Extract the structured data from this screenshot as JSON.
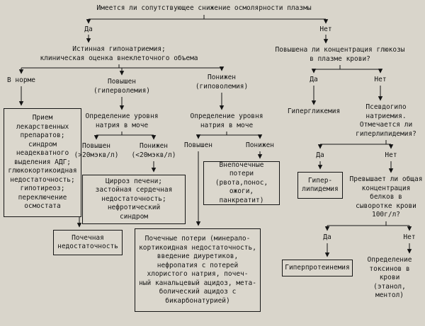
{
  "colors": {
    "background": "#d9d5cb",
    "line": "#151515"
  },
  "labels": {
    "yes": "Да",
    "no": "Нет"
  },
  "root": {
    "question": "Имеется ли сопутствующее снижение осмолярности плазмы"
  },
  "hypo": {
    "assessment": "Истинная гипонатриемия;\nклиническая оценка внеклеточного объема",
    "normal": "В норме",
    "increased": "Повышен\n(гиперволемия)",
    "decreased": "Понижен\n(гиповолемия)",
    "normal_box": "Прием\nлекарственных\nпрепаратов;\nсиндром\nнеадекватного\nвыделения АДГ;\nглюкокортикоидная\nнедостаточность;\nгипотиреоз;\nпереключение\nосмостата",
    "urine_sodium": "Определение уровня\nнатрия в моче",
    "hyper_increased": "Повышен\n(>20мэкв/л)",
    "hyper_decreased": "Понижен\n(<20мэкв/л)",
    "renal_failure_box": "Почечная\nнедостаточность",
    "cirrhosis_box": "Цирроз печени;\nзастойная сердечная\nнедостаточность;\nнефротический\nсиндром",
    "hypo_increased": "Повышен",
    "hypo_decreased": "Понижен",
    "extrarenal_box": "Внепочечные\nпотери\n(рвота,понос,\nожоги, панкреатит)",
    "renal_loss_box": "Почечные потери (минерало-\nкортикоидная недостаточность,\nвведение диуретиков,\nнефропатия с потерей\nхлористого натрия, почеч-\nный канальцевый ацидоз, мета-\nболический ацидоз с\nбикарбонатурией)"
  },
  "glucose": {
    "question": "Повышена ли концентрация глюкозы\nв плазме крови?",
    "hyperglycemia": "Гипергликемия",
    "pseudo": "Псевдогипо\nнатриемия.\nОтмечается ли\nгиперлипидемия?",
    "hyperlipidemia_box": "Гипер-\nлипидемия",
    "protein_question": "Превышает ли общая\nконцентрация\nбелков в\nсыворотке крови\n100г/л?",
    "hyperproteinemia_box": "Гиперпротеинемия",
    "toxins": "Определение\nтоксинов в\nкрови\n(этанол,\nментол)"
  }
}
